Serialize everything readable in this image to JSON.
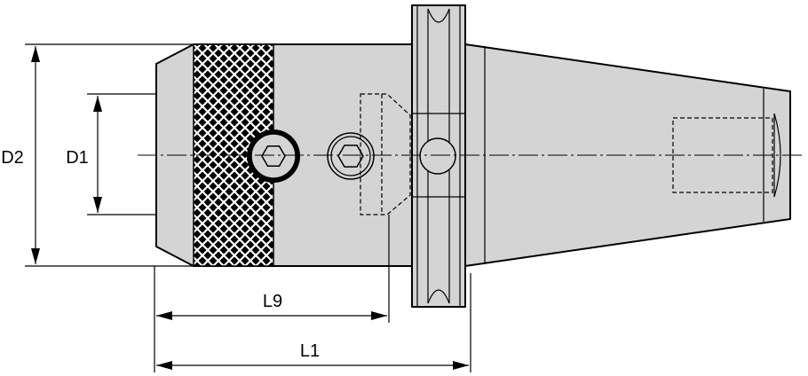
{
  "dimensions": {
    "d2": "D2",
    "d1": "D1",
    "l9": "L9",
    "l1": "L1"
  }
}
